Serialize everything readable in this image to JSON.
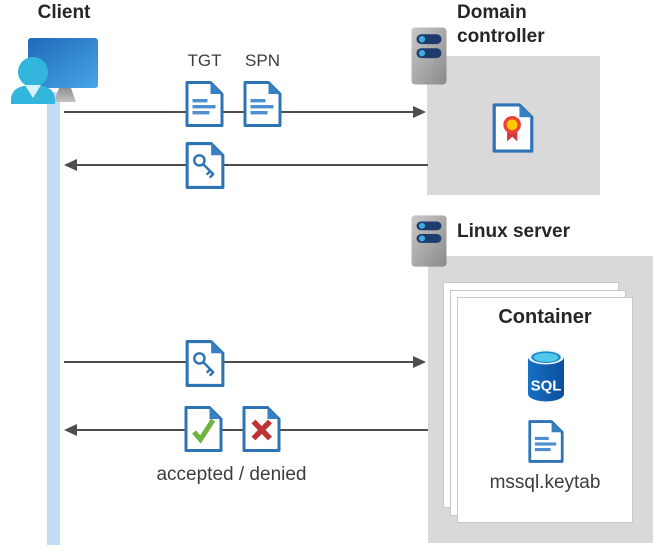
{
  "client": {
    "label": "Client"
  },
  "domain_controller": {
    "label": "Domain controller"
  },
  "linux_server": {
    "label": "Linux server"
  },
  "container": {
    "label": "Container",
    "database_text": "SQL",
    "keytab_filename": "mssql.keytab"
  },
  "flow": {
    "tgt_label": "TGT",
    "spn_label": "SPN",
    "result_label": "accepted / denied"
  },
  "icons": {
    "client": "user-at-computer-icon",
    "domain_controller": "server-icon",
    "linux_server": "server-icon",
    "tgt": "text-document-icon",
    "spn": "text-document-icon",
    "service_ticket": "key-document-icon",
    "certificate": "certificate-ribbon-document-icon",
    "accepted": "check-document-icon",
    "denied": "x-document-icon",
    "database": "sql-database-cylinder-icon",
    "keytab": "text-document-icon"
  },
  "colors": {
    "document_blue": "#2E74B5",
    "document_fold_blue": "#3880C4",
    "document_line_blue": "#4E8FD0",
    "user_cyan": "#33B6DE",
    "lifeline_blue": "#C5DCF6",
    "panel_gray": "#D9D9D9",
    "server_bar_navy": "#1F3B6D",
    "server_dot_cyan": "#41AEE0",
    "check_green": "#6CB33F",
    "deny_red": "#BE3334",
    "ribbon_red": "#D2353C",
    "ribbon_gold": "#FFC800",
    "arrow_gray": "#4D4D4D",
    "label_dark": "#262626"
  }
}
